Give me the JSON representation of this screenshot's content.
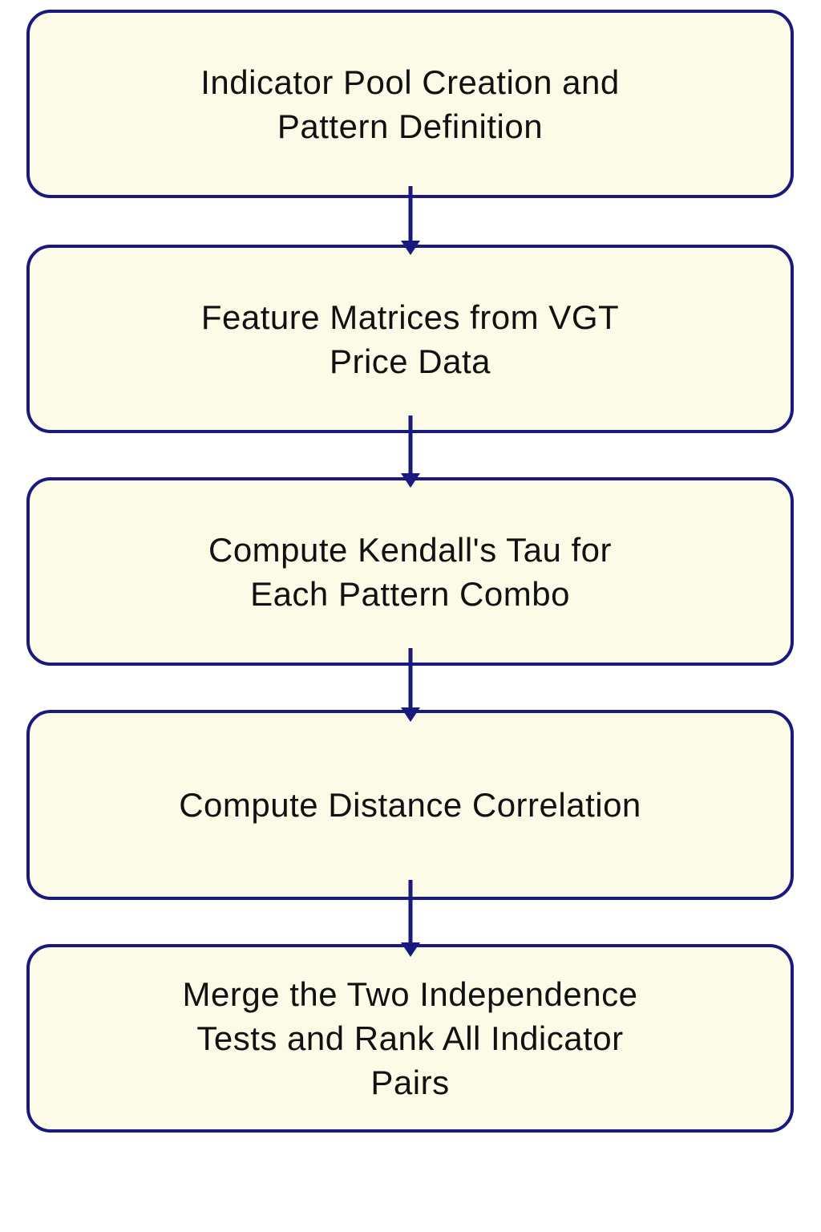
{
  "diagram": {
    "type": "flowchart",
    "direction": "top-to-bottom",
    "colors": {
      "background": "#ffffff",
      "box_fill": "#fbfbe7",
      "box_border": "#191980",
      "arrow": "#191980",
      "text": "#111111"
    },
    "steps": [
      {
        "id": 1,
        "label": "Indicator Pool Creation and\nPattern Definition"
      },
      {
        "id": 2,
        "label": "Feature Matrices from VGT\nPrice Data"
      },
      {
        "id": 3,
        "label": "Compute Kendall's Tau for\nEach Pattern Combo"
      },
      {
        "id": 4,
        "label": "Compute Distance Correlation"
      },
      {
        "id": 5,
        "label": "Merge the Two Independence\nTests and Rank All Indicator\nPairs"
      }
    ],
    "connections": [
      {
        "from": 1,
        "to": 2
      },
      {
        "from": 2,
        "to": 3
      },
      {
        "from": 3,
        "to": 4
      },
      {
        "from": 4,
        "to": 5
      }
    ]
  }
}
